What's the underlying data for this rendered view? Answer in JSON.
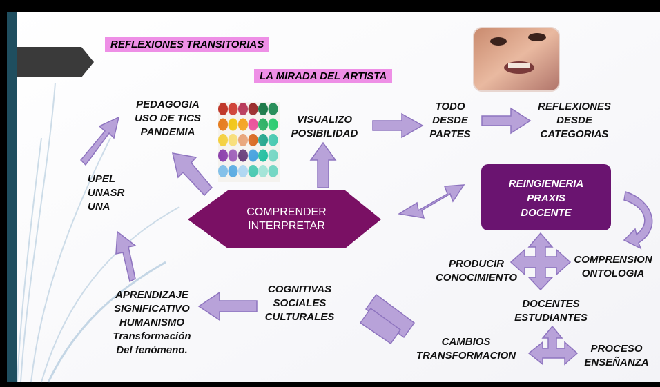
{
  "colors": {
    "arrow_fill": "#B8A2D9",
    "arrow_stroke": "#8E74BF",
    "hexagon": "#7A1064",
    "reingenieria_box": "#6A1470",
    "tag_bg": "#EE8FE6",
    "left_bar": "#1F4E5F"
  },
  "tags": {
    "reflexiones_transitorias": "REFLEXIONES TRANSITORIAS",
    "mirada_artista": "LA MIRADA DEL ARTISTA"
  },
  "hexagon": {
    "line1": "COMPRENDER",
    "line2": "INTERPRETAR"
  },
  "reingenieria": {
    "line1": "REINGIENERIA",
    "line2": "PRAXIS",
    "line3": "DOCENTE"
  },
  "labels": {
    "pedagogia": "PEDAGOGIA\nUSO DE TICS\nPANDEMIA",
    "visualizo": "VISUALIZO\nPOSIBILIDAD",
    "todo": "TODO\nDESDE\nPARTES",
    "reflexiones_desde": "REFLEXIONES\nDESDE\nCATEGORIAS",
    "upel": "UPEL\nUNASR\nUNA",
    "producir": "PRODUCIR\nCONOCIMIENTO",
    "comprension": "COMPRENSION\nONTOLOGIA",
    "docentes": "DOCENTES\nESTUDIANTES",
    "cognitivas": "COGNITIVAS\nSOCIALES\nCULTURALES",
    "aprendizaje": "APRENDIZAJE\nSIGNIFICATIVO\nHUMANISMO\nTransformación\nDel fenómeno.",
    "cambios": "CAMBIOS\nTRANSFORMACION",
    "proceso": "PROCESO\nENSEÑANZA"
  },
  "images": {
    "yarn_photo": "yarn-shelf-photo",
    "child_photo": "child-face-photo"
  }
}
